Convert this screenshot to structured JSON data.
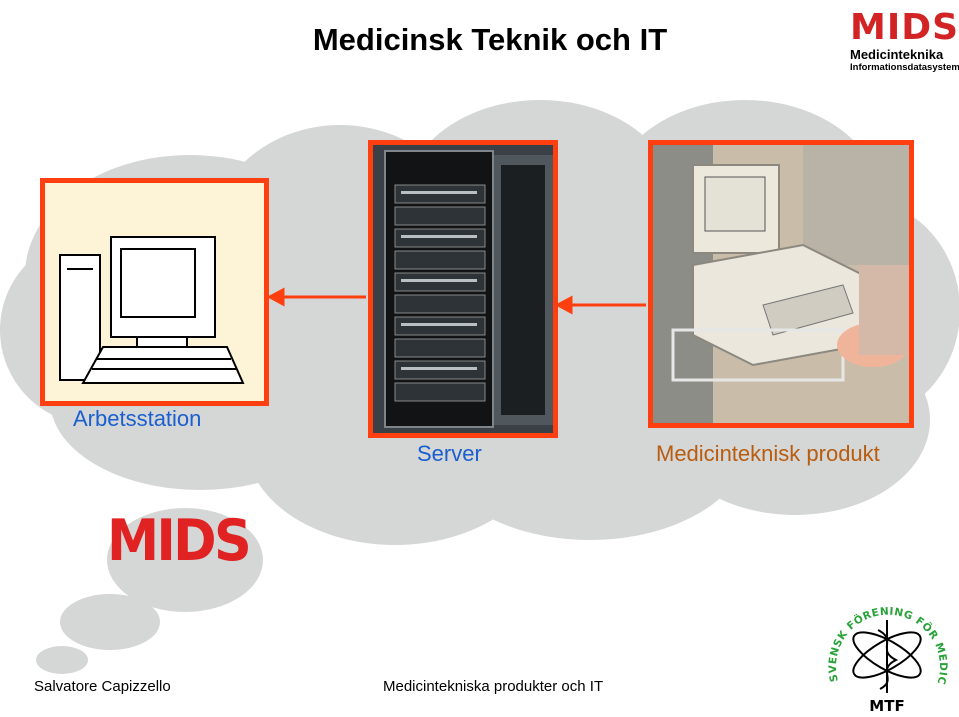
{
  "header": {
    "title": "Medicinsk Teknik och IT",
    "logo": {
      "name": "MIDS",
      "line1": "Medicinteknika",
      "line2": "Informationsdatasystem"
    }
  },
  "diagram": {
    "workstation_label": "Arbetsstation",
    "server_label": "Server",
    "device_label": "Medicinteknisk produkt"
  },
  "brand_logo": "MIDS",
  "footer": {
    "author": "Salvatore Capizzello",
    "course": "Medicintekniska produkter och IT"
  },
  "seal": {
    "ring_text": "SVENSK FÖRENING FÖR MEDICINSK TEKNIK OCH FYSIK",
    "abbr": "MTF"
  },
  "colors": {
    "frame": "#ff3f0f",
    "cloud": "#d5d6d6",
    "label_blue": "#1a5fd0",
    "label_orange": "#b85c10",
    "logo_red": "#d22424"
  }
}
